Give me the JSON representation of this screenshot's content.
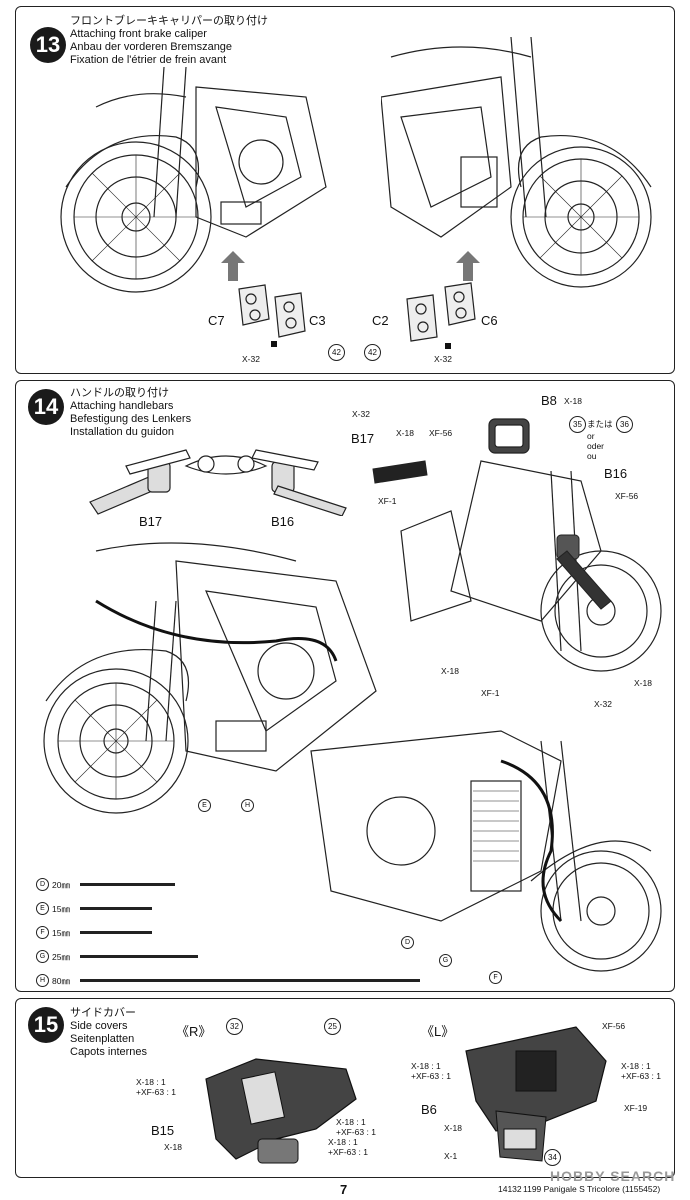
{
  "watermark_top": "",
  "step13": {
    "number": "13",
    "title_jp": "フロントブレーキキャリパーの取り付け",
    "title_en": "Attaching front brake caliper",
    "title_de": "Anbau der vorderen Bremszange",
    "title_fr": "Fixation de l'étrier de frein avant",
    "left": {
      "c7": "C7",
      "c3": "C3",
      "screw": "X-32",
      "decal": "42"
    },
    "right": {
      "c2": "C2",
      "c6": "C6",
      "screw": "X-32",
      "decal": "42"
    }
  },
  "step14": {
    "number": "14",
    "title_jp": "ハンドルの取り付け",
    "title_en": "Attaching handlebars",
    "title_de": "Befestigung des Lenkers",
    "title_fr": "Installation du guidon",
    "bars": {
      "b17": "B17",
      "b16": "B16"
    },
    "detail": {
      "x32": "X-32",
      "b17": "B17",
      "x18": "X-18",
      "xf56": "XF-56",
      "xf1": "XF-1",
      "b8": "B8",
      "b8_paint": "X-18",
      "decal_a": "35",
      "or_text": "または",
      "or_en": "or",
      "or_de": "oder",
      "or_fr": "ou",
      "decal_b": "36",
      "b16": "B16",
      "b16_paint": "XF-56",
      "p_x18_a": "X-18",
      "p_x18_b": "X-18",
      "p_xf1": "XF-1",
      "p_x32": "X-32"
    },
    "tube_callouts": {
      "d": "D",
      "e": "E",
      "f": "F",
      "g": "G",
      "h": "H"
    },
    "tubes": [
      {
        "letter": "D",
        "length": "20㎜"
      },
      {
        "letter": "E",
        "length": "15㎜"
      },
      {
        "letter": "F",
        "length": "15㎜"
      },
      {
        "letter": "G",
        "length": "25㎜"
      },
      {
        "letter": "H",
        "length": "80㎜"
      }
    ]
  },
  "step15": {
    "number": "15",
    "title_jp": "サイドカバー",
    "title_en": "Side covers",
    "title_de": "Seitenplatten",
    "title_fr": "Capots internes",
    "right_label": "《R》",
    "left_label": "《L》",
    "right": {
      "decal_a": "32",
      "decal_b": "25",
      "mix1_a": "X-18 : 1",
      "mix1_b": "+XF-63 : 1",
      "b15": "B15",
      "b15_paint": "X-18",
      "mix2_a": "X-18 : 1",
      "mix2_b": "+XF-63 : 1",
      "mix3_a": "X-18 : 1",
      "mix3_b": "+XF-63 : 1"
    },
    "left": {
      "xf56": "XF-56",
      "mix1_a": "X-18 : 1",
      "mix1_b": "+XF-63 : 1",
      "mix2_a": "X-18 : 1",
      "mix2_b": "+XF-63 : 1",
      "b6": "B6",
      "x18": "X-18",
      "xf19": "XF-19",
      "x1": "X-1",
      "decal": "34"
    }
  },
  "footer": {
    "page": "7",
    "code": "14132",
    "product": "1199 Panigale S Tricolore (1155452)",
    "watermark": "HOBBY SEARCH"
  }
}
